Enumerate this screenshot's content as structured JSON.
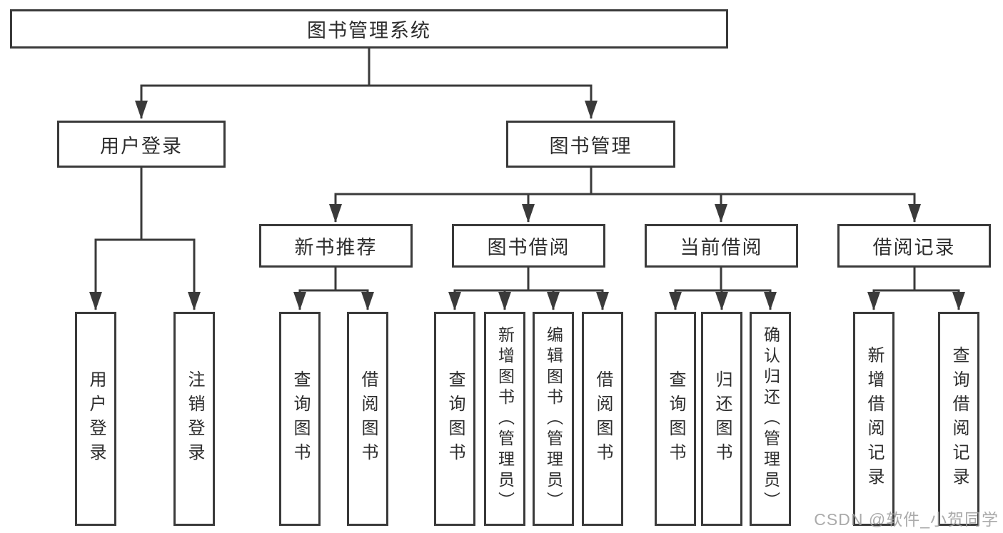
{
  "diagram": {
    "root": {
      "label": "图书管理系统"
    },
    "branches": [
      {
        "label": "用户登录",
        "children": [
          {
            "label": "用户登录"
          },
          {
            "label": "注销登录"
          }
        ]
      },
      {
        "label": "图书管理",
        "children": [
          {
            "label": "新书推荐",
            "children": [
              {
                "label": "查询图书"
              },
              {
                "label": "借阅图书"
              }
            ]
          },
          {
            "label": "图书借阅",
            "children": [
              {
                "label": "查询图书"
              },
              {
                "label": "新增图书（管理员）"
              },
              {
                "label": "编辑图书（管理员）"
              },
              {
                "label": "借阅图书"
              }
            ]
          },
          {
            "label": "当前借阅",
            "children": [
              {
                "label": "查询图书"
              },
              {
                "label": "归还图书"
              },
              {
                "label": "确认归还（管理员）"
              }
            ]
          },
          {
            "label": "借阅记录",
            "children": [
              {
                "label": "新增借阅记录"
              },
              {
                "label": "查询借阅记录"
              }
            ]
          }
        ]
      }
    ]
  },
  "watermark": {
    "text": "CSDN @软件_小贺同学"
  },
  "colors": {
    "line": "#3a3a3a",
    "text": "#2d2d2d",
    "background": "#ffffff",
    "watermark": "#9e9e9e"
  }
}
